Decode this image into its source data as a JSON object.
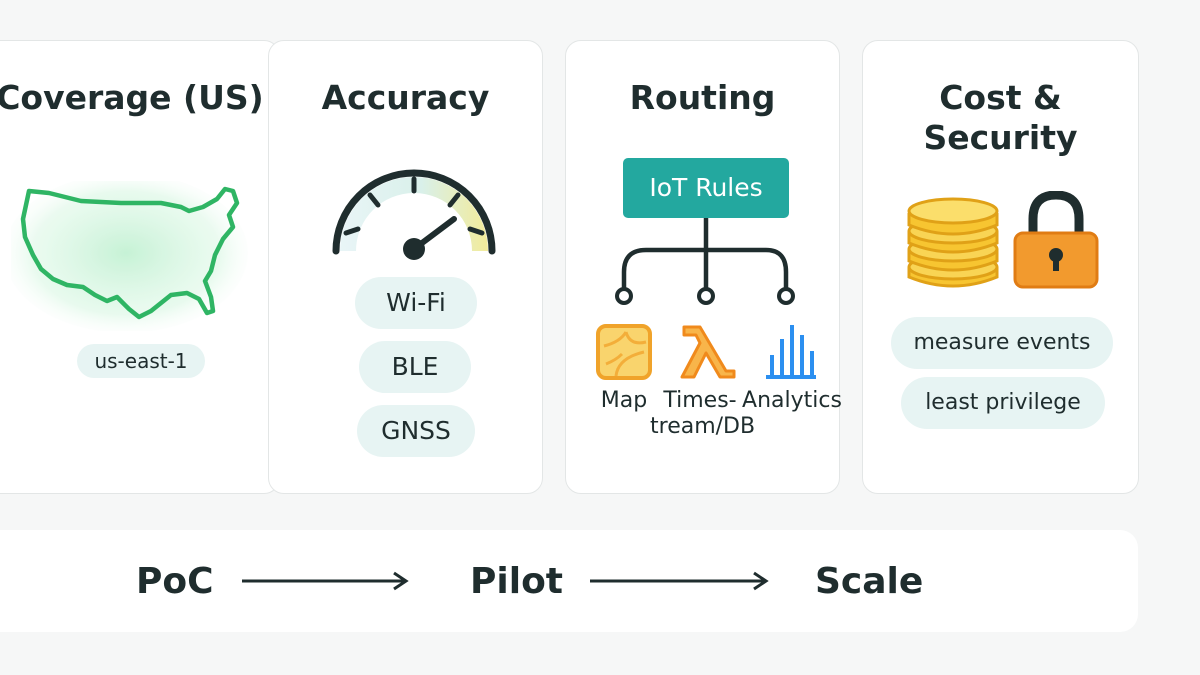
{
  "cards": {
    "coverage": {
      "title": "Coverage (US)",
      "region": "us-east-1"
    },
    "accuracy": {
      "title": "Accuracy",
      "methods": [
        "Wi-Fi",
        "BLE",
        "GNSS"
      ]
    },
    "routing": {
      "title": "Routing",
      "rule_box": "IoT Rules",
      "targets": [
        "Map",
        "Times-\ntream/DB",
        "Analytics"
      ]
    },
    "cost_security": {
      "title": "Cost &\nSecurity",
      "practices": [
        "measure events",
        "least privilege"
      ]
    }
  },
  "rollout": {
    "stages": [
      "PoC",
      "Pilot",
      "Scale"
    ]
  },
  "colors": {
    "map_green": "#2fb564",
    "teal": "#23a89f",
    "lambda_orange": "#f59a23",
    "analytics_blue": "#2b8ff0",
    "coin_yellow": "#f7c531",
    "lock_orange": "#f29a2e",
    "pill_bg": "#e7f4f3"
  }
}
